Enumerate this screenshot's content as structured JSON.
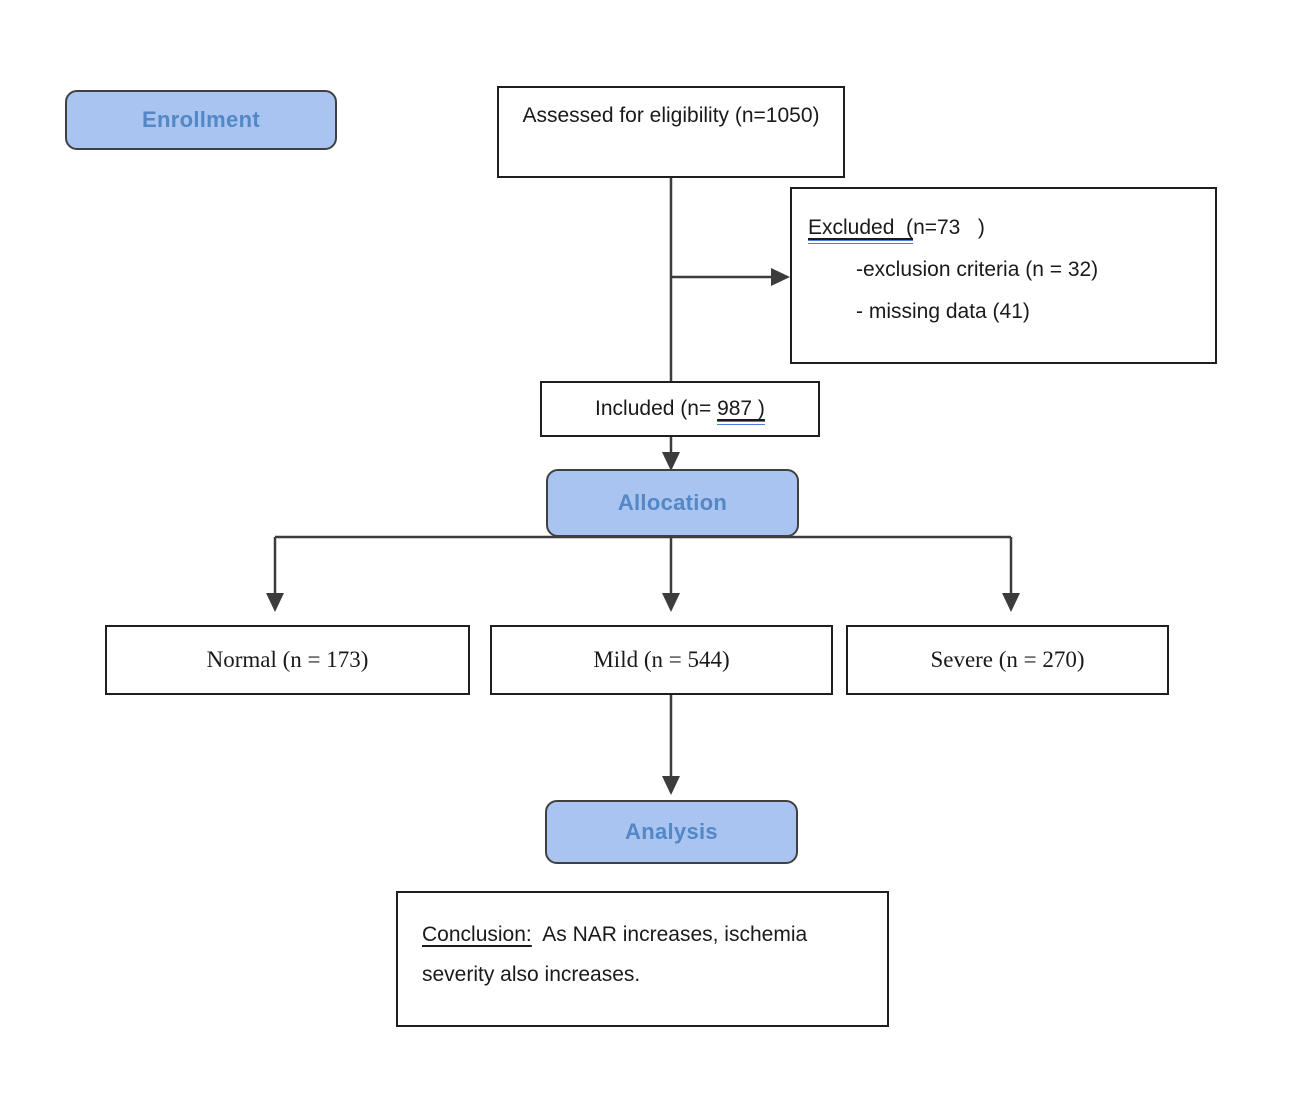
{
  "colors": {
    "badge_fill": "#A9C4F0",
    "badge_border": "#404040",
    "badge_text": "#5487C5",
    "box_border": "#1F1F1F",
    "line": "#3C3C3C",
    "grammar_underline_blue": "#4E7BE0",
    "text": "#1A1A1A",
    "background": "#FFFFFF"
  },
  "badges": {
    "enrollment": "Enrollment",
    "allocation": "Allocation",
    "analysis": "Analysis"
  },
  "boxes": {
    "assessed": {
      "text": "Assessed for eligibility (n=1050)"
    },
    "excluded": {
      "underlined": "Excluded  (",
      "rest": "n=73   )",
      "items": [
        "-exclusion criteria (n = 32)",
        "- missing data (41)"
      ]
    },
    "included": {
      "prefix": "Included (n= ",
      "underlined": "987 )"
    },
    "groups": [
      {
        "label": "Normal (n = 173)"
      },
      {
        "label": "Mild (n = 544)"
      },
      {
        "label": "Severe (n = 270)"
      }
    ],
    "conclusion": {
      "underlined": "Conclusion:",
      "rest": "  As NAR increases, ischemia severity also increases."
    }
  }
}
